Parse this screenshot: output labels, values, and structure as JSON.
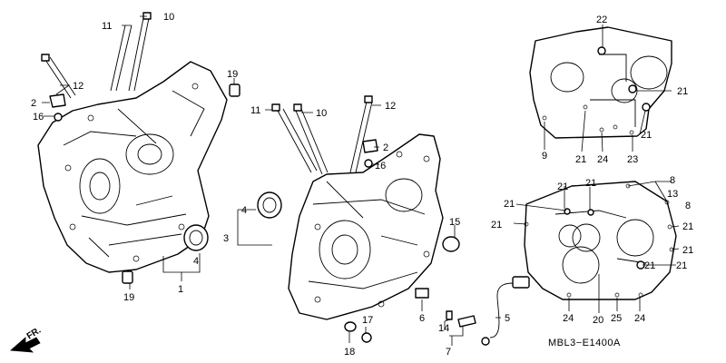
{
  "diagram": {
    "left_case_callouts": [
      "11",
      "10",
      "12",
      "2",
      "16",
      "19",
      "4",
      "1",
      "19"
    ],
    "center_case_callouts": [
      "11",
      "10",
      "12",
      "2",
      "16",
      "4",
      "3",
      "15",
      "6",
      "17",
      "18",
      "14",
      "7",
      "5"
    ],
    "upper_gasket_callouts": [
      "22",
      "21",
      "21",
      "9",
      "21",
      "24",
      "23"
    ],
    "lower_gasket_callouts": [
      "8",
      "13",
      "8",
      "21",
      "21",
      "21",
      "21",
      "21",
      "21",
      "21",
      "21",
      "24",
      "20",
      "25",
      "24"
    ],
    "front_marker": "FR.",
    "diagram_code": "MBL3−E1400A"
  }
}
